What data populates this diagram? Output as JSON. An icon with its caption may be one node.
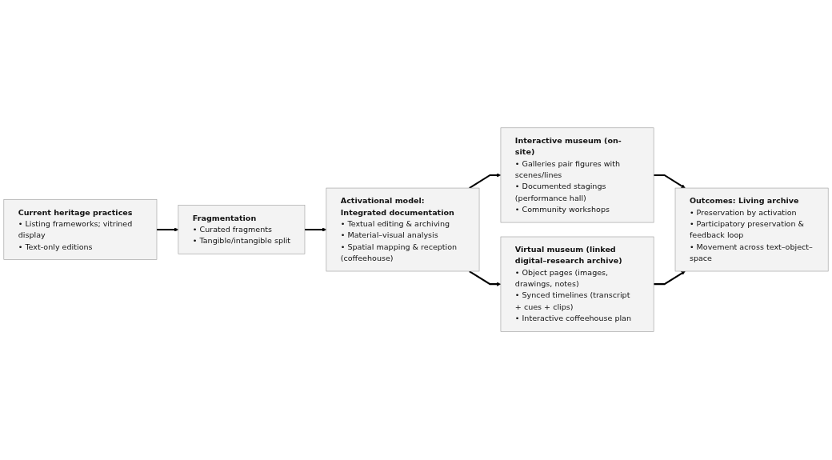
{
  "diagram": {
    "nodes": [
      {
        "text": [
          "Current heritage practices",
          "• Listing frameworks; vitrined display",
          "• Text-only editions"
        ]
      },
      {
        "text": [
          "Fragmentation",
          "• Curated fragments",
          "• Tangible/intangible split"
        ]
      },
      {
        "text": [
          "Activational model: Integrated documentation",
          "• Textual editing & archiving",
          "• Material–visual analysis",
          "• Spatial mapping & reception (coffeehouse)"
        ]
      },
      {
        "text": [
          "Interactive museum (on-site)",
          "• Galleries pair figures with scenes/lines",
          "• Documented stagings (performance hall)",
          "• Community workshops"
        ]
      },
      {
        "text": [
          "Virtual museum (linked digital–research archive)",
          "• Object pages (images, drawings, notes)",
          "• Synced timelines (transcript + cues + clips)",
          "• Interactive coffeehouse plan"
        ]
      },
      {
        "text": [
          "Outcomes: Living archive",
          "• Preservation by activation",
          "• Participatory preservation & feedback loop",
          "• Movement across text–object–space"
        ]
      }
    ],
    "edges": [
      {
        "from": 0,
        "to": 1,
        "arrow": "to"
      },
      {
        "from": 1,
        "to": 2,
        "arrow": "to"
      },
      {
        "from": 2,
        "to": 3,
        "arrow": "to"
      },
      {
        "from": 2,
        "to": 4,
        "arrow": "to"
      },
      {
        "from": 3,
        "to": 5,
        "arrow": "to"
      },
      {
        "from": 4,
        "to": 5,
        "arrow": "to"
      }
    ]
  }
}
